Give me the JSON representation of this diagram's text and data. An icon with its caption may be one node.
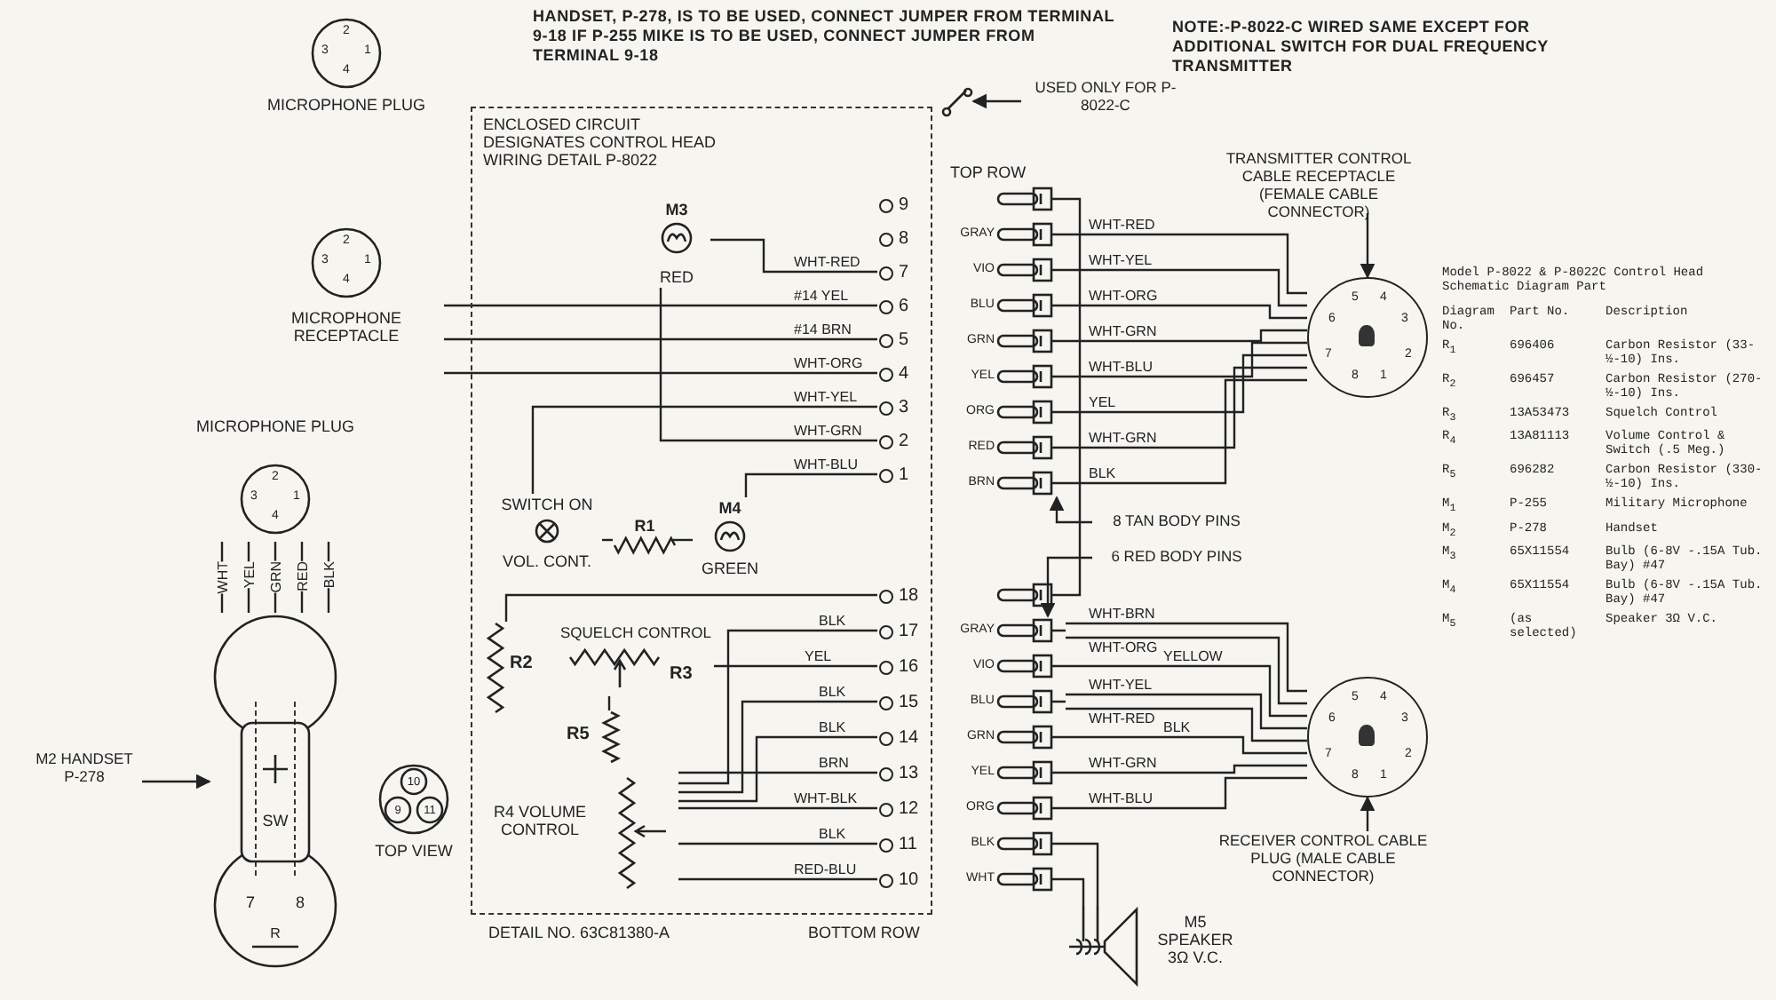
{
  "diagram": {
    "nodes": [
      {
        "text": [
          "ENCLOSED CIRCUIT DESIGNATES CONTROL HEAD WIRING DETAIL P-8022"
        ]
      },
      {
        "text": [
          "9"
        ],
        "in": 0
      },
      {
        "text": [
          "8"
        ],
        "in": 0
      },
      {
        "text": [
          "7"
        ],
        "in": 0
      },
      {
        "text": [
          "6"
        ],
        "in": 0
      },
      {
        "text": [
          "5"
        ],
        "in": 0
      },
      {
        "text": [
          "4"
        ],
        "in": 0
      },
      {
        "text": [
          "3"
        ],
        "in": 0
      },
      {
        "text": [
          "2"
        ],
        "in": 0
      },
      {
        "text": [
          "1"
        ],
        "in": 0
      },
      {
        "text": [
          "18"
        ],
        "in": 0
      },
      {
        "text": [
          "17"
        ],
        "in": 0
      },
      {
        "text": [
          "16"
        ],
        "in": 0
      },
      {
        "text": [
          "15"
        ],
        "in": 0
      },
      {
        "text": [
          "14"
        ],
        "in": 0
      },
      {
        "text": [
          "13"
        ],
        "in": 0
      },
      {
        "text": [
          "12"
        ],
        "in": 0
      },
      {
        "text": [
          "11"
        ],
        "in": 0
      },
      {
        "text": [
          "10"
        ],
        "in": 0
      },
      {
        "text": [
          "M3",
          "RED"
        ],
        "in": 0
      },
      {
        "text": [
          "SWITCH ON",
          "VOL. CONT."
        ],
        "in": 0
      },
      {
        "text": [
          "R1"
        ],
        "in": 0
      },
      {
        "text": [
          "M4",
          "GREEN"
        ],
        "in": 0
      },
      {
        "text": [
          "R2"
        ],
        "in": 0
      },
      {
        "text": [
          "SQUELCH CONTROL",
          "R3"
        ],
        "in": 0
      },
      {
        "text": [
          "R5"
        ],
        "in": 0
      },
      {
        "text": [
          "R4 VOLUME CONTROL"
        ],
        "in": 0
      },
      {
        "text": [
          "2",
          "3",
          "1",
          "4",
          "MICROPHONE PLUG"
        ]
      },
      {
        "text": [
          "2",
          "3",
          "1",
          "4",
          "MICROPHONE RECEPTACLE"
        ]
      },
      {
        "text": [
          "MICROPHONE PLUG",
          "2",
          "3",
          "1",
          "4"
        ]
      },
      {
        "text": [
          "SW",
          "7",
          "8",
          "R"
        ]
      },
      {
        "text": [
          "M2 HANDSET P-278"
        ]
      },
      {
        "text": [
          "10",
          "9",
          "11",
          "TOP VIEW"
        ]
      },
      {
        "text": [
          "USED ONLY FOR P-8022-C"
        ]
      },
      {
        "text": [],
        "shape": "pin"
      },
      {
        "text": [],
        "shape": "pin",
        "beside": [
          "GRAY"
        ]
      },
      {
        "text": [],
        "shape": "pin",
        "beside": [
          "VIO"
        ]
      },
      {
        "text": [],
        "shape": "pin",
        "beside": [
          "BLU"
        ]
      },
      {
        "text": [],
        "shape": "pin",
        "beside": [
          "GRN"
        ]
      },
      {
        "text": [],
        "shape": "pin",
        "beside": [
          "YEL"
        ]
      },
      {
        "text": [],
        "shape": "pin",
        "beside": [
          "ORG"
        ]
      },
      {
        "text": [],
        "shape": "pin",
        "beside": [
          "RED"
        ]
      },
      {
        "text": [],
        "shape": "pin",
        "beside": [
          "BRN"
        ]
      },
      {
        "text": [],
        "shape": "pin"
      },
      {
        "text": [],
        "shape": "pin",
        "beside": [
          "GRAY"
        ]
      },
      {
        "text": [],
        "shape": "pin",
        "beside": [
          "VIO"
        ]
      },
      {
        "text": [],
        "shape": "pin",
        "beside": [
          "BLU"
        ]
      },
      {
        "text": [],
        "shape": "pin",
        "beside": [
          "GRN"
        ]
      },
      {
        "text": [],
        "shape": "pin",
        "beside": [
          "YEL"
        ]
      },
      {
        "text": [],
        "shape": "pin",
        "beside": [
          "ORG"
        ]
      },
      {
        "text": [],
        "shape": "pin",
        "beside": [
          "BLK"
        ]
      },
      {
        "text": [],
        "shape": "pin",
        "beside": [
          "WHT"
        ]
      },
      {
        "text": [
          "8 TAN BODY PINS"
        ]
      },
      {
        "text": [
          "6 RED BODY PINS"
        ]
      },
      {
        "text": [
          "TRANSMITTER CONTROL CABLE RECEPTACLE (FEMALE CABLE CONNECTOR)"
        ]
      },
      {
        "text": [
          "5",
          "4",
          "6",
          "3",
          "7",
          "2",
          "8",
          "1"
        ]
      },
      {
        "text": [
          "5",
          "4",
          "6",
          "3",
          "7",
          "2",
          "8",
          "1"
        ]
      },
      {
        "text": [
          "RECEIVER CONTROL CABLE PLUG (MALE CABLE CONNECTOR)"
        ]
      },
      {
        "text": [
          "M5 SPEAKER 3Ω V.C."
        ]
      },
      {
        "text": [],
        "shape": "switch"
      }
    ],
    "edges": [
      {
        "from": 33,
        "to": 59,
        "arrow": "to"
      },
      {
        "from": 19,
        "to": 3,
        "arrow": "none",
        "label": "WHT-RED"
      },
      {
        "from": 28,
        "to": 4,
        "arrow": "none",
        "label": "#14 YEL"
      },
      {
        "from": 28,
        "to": 5,
        "arrow": "none",
        "label": "#14 BRN"
      },
      {
        "from": 28,
        "to": 6,
        "arrow": "none",
        "label": "WHT-ORG"
      },
      {
        "from": 20,
        "to": 7,
        "arrow": "none",
        "label": "WHT-YEL"
      },
      {
        "from": 19,
        "to": 8,
        "arrow": "none",
        "label": "WHT-GRN"
      },
      {
        "from": 22,
        "to": 9,
        "arrow": "none",
        "label": "WHT-BLU"
      },
      {
        "from": 20,
        "to": 21,
        "arrow": "none"
      },
      {
        "from": 21,
        "to": 22,
        "arrow": "none"
      },
      {
        "from": 23,
        "to": 10,
        "arrow": "none"
      },
      {
        "from": 24,
        "to": 12,
        "arrow": "none",
        "label": "YEL"
      },
      {
        "from": 25,
        "to": 24,
        "arrow": "none"
      },
      {
        "from": 26,
        "to": 11,
        "arrow": "none",
        "label": "BLK"
      },
      {
        "from": 26,
        "to": 13,
        "arrow": "none",
        "label": "BLK"
      },
      {
        "from": 26,
        "to": 14,
        "arrow": "none",
        "label": "BLK"
      },
      {
        "from": 26,
        "to": 15,
        "arrow": "none",
        "label": "BRN"
      },
      {
        "from": 26,
        "to": 16,
        "arrow": "none",
        "label": "WHT-BLK"
      },
      {
        "from": 26,
        "to": 17,
        "arrow": "none",
        "label": "BLK"
      },
      {
        "from": 26,
        "to": 18,
        "arrow": "none",
        "label": "RED-BLU"
      },
      {
        "from": 29,
        "to": 30,
        "arrow": "none",
        "label": "WHT"
      },
      {
        "from": 29,
        "to": 30,
        "arrow": "none",
        "label": "YEL"
      },
      {
        "from": 29,
        "to": 30,
        "arrow": "none",
        "label": "GRN"
      },
      {
        "from": 29,
        "to": 30,
        "arrow": "none",
        "label": "RED"
      },
      {
        "from": 29,
        "to": 30,
        "arrow": "none",
        "label": "BLK"
      },
      {
        "from": 31,
        "to": 30,
        "arrow": "to"
      },
      {
        "from": 52,
        "to": 42,
        "arrow": "to"
      },
      {
        "from": 53,
        "to": 44,
        "arrow": "to"
      },
      {
        "from": 54,
        "to": 55,
        "arrow": "to"
      },
      {
        "from": 57,
        "to": 56,
        "arrow": "to"
      },
      {
        "from": 35,
        "to": 55,
        "arrow": "none",
        "label": "WHT-RED"
      },
      {
        "from": 36,
        "to": 55,
        "arrow": "none",
        "label": "WHT-YEL"
      },
      {
        "from": 37,
        "to": 55,
        "arrow": "none",
        "label": "WHT-ORG"
      },
      {
        "from": 38,
        "to": 55,
        "arrow": "none",
        "label": "WHT-GRN"
      },
      {
        "from": 39,
        "to": 55,
        "arrow": "none",
        "label": "WHT-BLU"
      },
      {
        "from": 40,
        "to": 55,
        "arrow": "none",
        "label": "YEL"
      },
      {
        "from": 41,
        "to": 55,
        "arrow": "none",
        "label": "WHT-GRN"
      },
      {
        "from": 42,
        "to": 55,
        "arrow": "none",
        "label": "BLK"
      },
      {
        "from": 44,
        "to": 56,
        "arrow": "none",
        "label": "WHT-BRN"
      },
      {
        "from": 44,
        "to": 56,
        "arrow": "none",
        "label": "WHT-ORG"
      },
      {
        "from": 45,
        "to": 56,
        "arrow": "none",
        "label": "YELLOW"
      },
      {
        "from": 46,
        "to": 56,
        "arrow": "none",
        "label": "WHT-YEL"
      },
      {
        "from": 46,
        "to": 56,
        "arrow": "none",
        "label": "WHT-RED"
      },
      {
        "from": 47,
        "to": 56,
        "arrow": "none",
        "label": "BLK"
      },
      {
        "from": 48,
        "to": 56,
        "arrow": "none",
        "label": "WHT-GRN"
      },
      {
        "from": 49,
        "to": 56,
        "arrow": "none",
        "label": "WHT-BLU"
      },
      {
        "from": 50,
        "to": 58,
        "arrow": "none"
      },
      {
        "from": 51,
        "to": 58,
        "arrow": "none"
      },
      {
        "from": 34,
        "to": 43,
        "arrow": "none"
      }
    ],
    "labels": [
      "HANDSET, P-278, IS TO BE USED, CONNECT JUMPER FROM TERMINAL 9-18 IF P-255 MIKE IS TO BE USED, CONNECT JUMPER FROM TERMINAL 9-18",
      "NOTE:-P-8022-C WIRED SAME EXCEPT FOR ADDITIONAL SWITCH FOR DUAL FREQUENCY TRANSMITTER",
      "TOP ROW",
      "DETAIL NO. 63C81380-A",
      "BOTTOM ROW",
      "Model P-8022 & P-8022C Control Head Schematic Diagram Part",
      "Diagram No.",
      "Part No.",
      "Description",
      "R$_{1}$",
      "696406",
      "Carbon Resistor (33-½-10) Ins.",
      "R$_{2}$",
      "696457",
      "Carbon Resistor (270-½-10) Ins.",
      "R$_{3}$",
      "13A53473",
      "Squelch Control",
      "R$_{4}$",
      "13A81113",
      "Volume Control & Switch (.5 Meg.)",
      "R$_{5}$",
      "696282",
      "Carbon Resistor (330-½-10) Ins.",
      "M$_{1}$",
      "P-255",
      "Military Microphone",
      "M$_{2}$",
      "P-278",
      "Handset",
      "M$_{3}$",
      "65X11554",
      "Bulb (6-8V -.15A Tub. Bay) #47",
      "M$_{4}$",
      "65X11554",
      "Bulb (6-8V -.15A Tub. Bay) #47",
      "M$_{5}$",
      "(as selected)",
      "Speaker 3Ω V.C."
    ]
  }
}
